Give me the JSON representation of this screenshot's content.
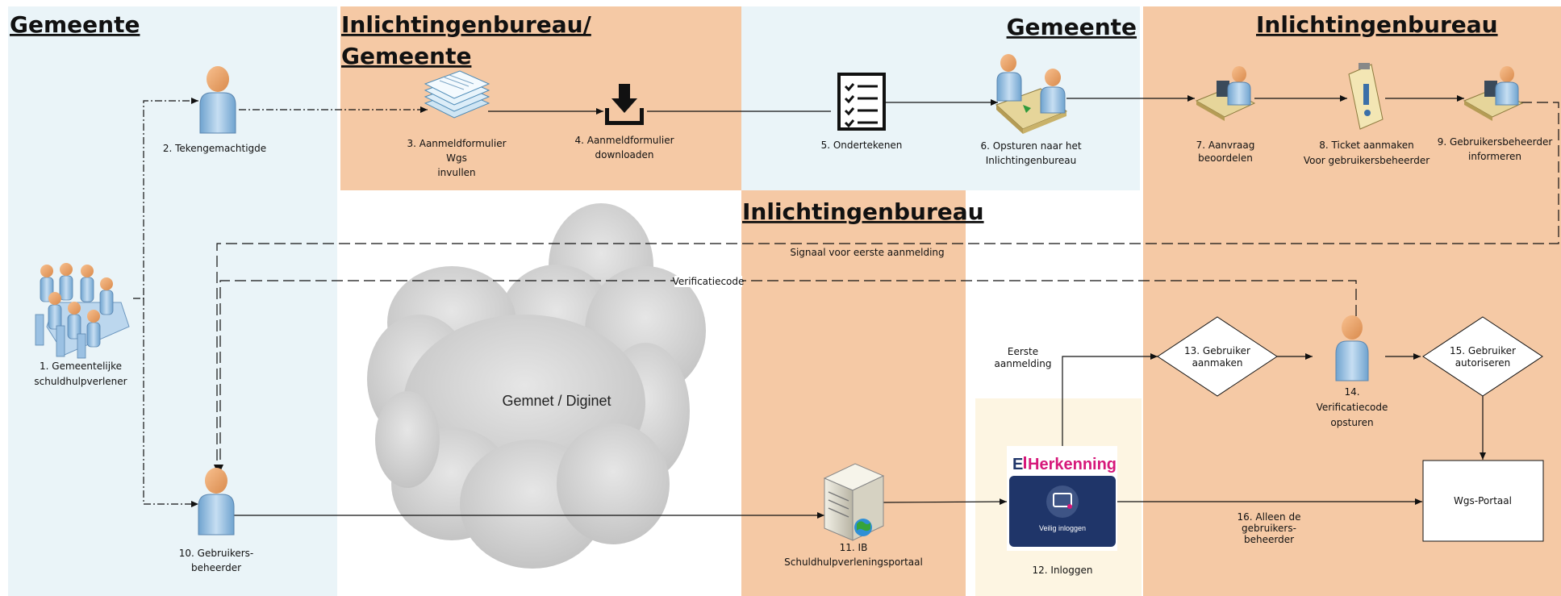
{
  "regions": {
    "gemeente_left": "Gemeente",
    "ib_gemeente_1": "Inlichtingenbureau/",
    "ib_gemeente_2": "Gemeente",
    "gemeente_mid": "Gemeente",
    "ib_right": "Inlichtingenbureau",
    "ib_lower": "Inlichtingenbureau"
  },
  "steps": {
    "s1": [
      "1. Gemeentelijke",
      "schuldhulpverlener"
    ],
    "s2": [
      "2. Tekengemachtigde"
    ],
    "s3": [
      "3. Aanmeldformulier",
      "Wgs",
      "invullen"
    ],
    "s4": [
      "4. Aanmeldformulier",
      "downloaden"
    ],
    "s5": [
      "5. Ondertekenen"
    ],
    "s6": [
      "6. Opsturen naar het",
      "Inlichtingenbureau"
    ],
    "s7": [
      "7. Aanvraag",
      "beoordelen"
    ],
    "s8": [
      "8. Ticket aanmaken",
      "Voor gebruikersbeheerder"
    ],
    "s9": [
      "9. Gebruikersbeheerder",
      "informeren"
    ],
    "s10": [
      "10. Gebruikers-",
      "beheerder"
    ],
    "s11": [
      "11. IB",
      "Schuldhulpverleningsportaal"
    ],
    "s12": [
      "12. Inloggen"
    ],
    "s13": [
      "13. Gebruiker",
      "aanmaken"
    ],
    "s14": [
      "14.",
      "Verificatiecode",
      "opsturen"
    ],
    "s15": [
      "15. Gebruiker",
      "autoriseren"
    ],
    "s16": [
      "16. Alleen de",
      "gebruikers-",
      "beheerder"
    ]
  },
  "edge_labels": {
    "signaal": "Signaal voor eerste aanmelding",
    "verificatiecode": "Verificatiecode",
    "eerste_aanmelding": [
      "Eerste",
      "aanmelding"
    ]
  },
  "cloud_label": "Gemnet / Diginet",
  "portal_label": "Wgs-Portaal",
  "eherkenning": {
    "logo_e": "E",
    "logo_text": "Herkenning",
    "button_text": "Veilig inloggen"
  },
  "colors": {
    "gemeente_bg": "#eaf4f8",
    "ib_bg": "#f5c9a5",
    "login_bg": "#fdf5e2",
    "person_skin": "#f2a86b",
    "person_body": "#a8cce8",
    "eherkenning_pink": "#d6187a",
    "eherkenning_navy": "#1f3569"
  }
}
